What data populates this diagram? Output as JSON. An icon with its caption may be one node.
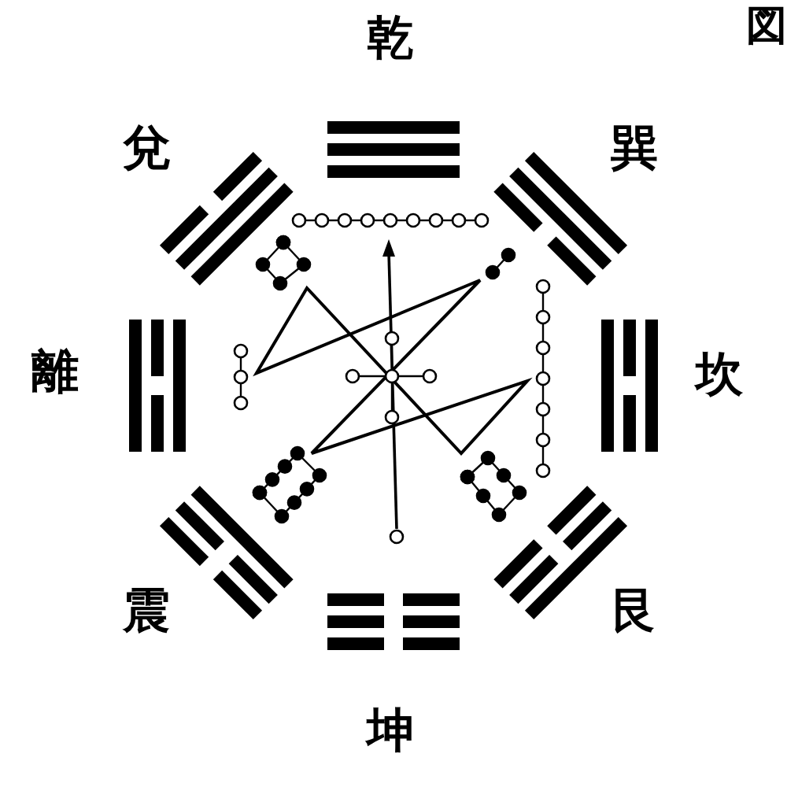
{
  "diagram": {
    "labels": [
      "乾",
      "図",
      "兌",
      "巽",
      "離",
      "坎",
      "震",
      "艮",
      "坤"
    ]
  }
}
